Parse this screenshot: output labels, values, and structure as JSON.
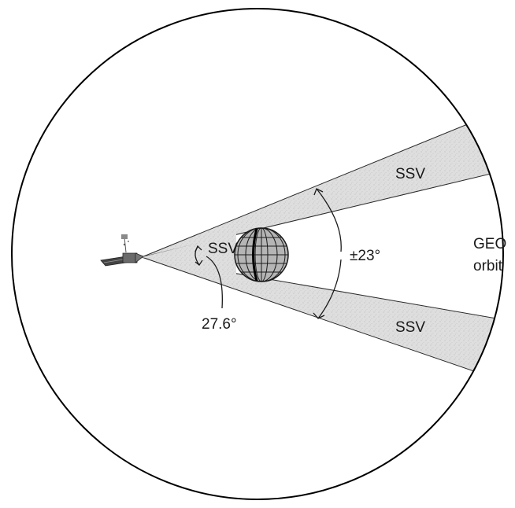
{
  "labels": {
    "ssv_upper": "SSV",
    "ssv_lower": "SSV",
    "ssv_near": "SSV",
    "angle_cone": "±23°",
    "angle_inner": "27.6°",
    "geo_line1": "GEO",
    "geo_line2": "orbit"
  },
  "icons": {
    "satellite": "satellite-icon",
    "earth": "earth-globe-icon"
  },
  "colors": {
    "background": "#ffffff",
    "orbit_circle": "#000000",
    "ssv_fill": "#dcdcdc",
    "globe_fill": "#b8b8b8",
    "line": "#1a1a1a"
  }
}
